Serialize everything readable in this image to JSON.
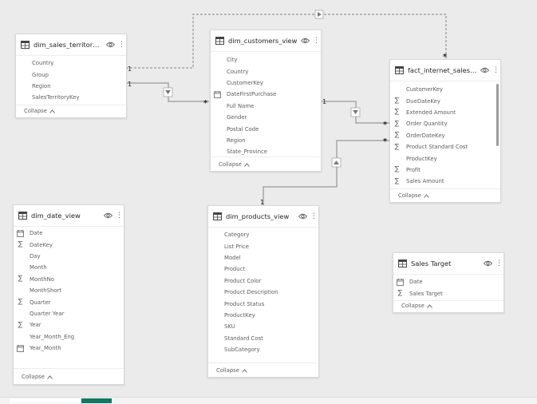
{
  "collapse_label": "Collapse",
  "colors": {
    "wire": "#a6a6a6",
    "accent": "#117865",
    "field_text": "#605e5c",
    "title_text": "#252423"
  },
  "tables": [
    {
      "id": "territory",
      "title": "dim_sales_territory_vi...",
      "fields": [
        {
          "name": "Country",
          "icon": "none"
        },
        {
          "name": "Group",
          "icon": "none"
        },
        {
          "name": "Region",
          "icon": "none"
        },
        {
          "name": "SalesTerritoryKey",
          "icon": "none"
        }
      ]
    },
    {
      "id": "customers",
      "title": "dim_customers_view",
      "fields": [
        {
          "name": "City",
          "icon": "none"
        },
        {
          "name": "Country",
          "icon": "none"
        },
        {
          "name": "CustomerKey",
          "icon": "none"
        },
        {
          "name": "DateFirstPurchase",
          "icon": "calendar"
        },
        {
          "name": "Full Name",
          "icon": "none"
        },
        {
          "name": "Gender",
          "icon": "none"
        },
        {
          "name": "Postal Code",
          "icon": "none"
        },
        {
          "name": "Region",
          "icon": "none"
        },
        {
          "name": "State_Province",
          "icon": "none"
        }
      ]
    },
    {
      "id": "fact",
      "title": "fact_internet_sales_vi...",
      "fields": [
        {
          "name": "CustomerKey",
          "icon": "none"
        },
        {
          "name": "DueDateKey",
          "icon": "sum"
        },
        {
          "name": "Extended Amount",
          "icon": "sum"
        },
        {
          "name": "Order Quantity",
          "icon": "sum"
        },
        {
          "name": "OrderDateKey",
          "icon": "sum"
        },
        {
          "name": "Product Standard Cost",
          "icon": "sum"
        },
        {
          "name": "ProductKey",
          "icon": "none"
        },
        {
          "name": "Profit",
          "icon": "sum"
        },
        {
          "name": "Sales Amount",
          "icon": "sum"
        }
      ]
    },
    {
      "id": "date",
      "title": "dim_date_view",
      "fields": [
        {
          "name": "Date",
          "icon": "calendar"
        },
        {
          "name": "DateKey",
          "icon": "sum"
        },
        {
          "name": "Day",
          "icon": "none"
        },
        {
          "name": "Month",
          "icon": "none"
        },
        {
          "name": "MonthNo",
          "icon": "sum"
        },
        {
          "name": "MonthShort",
          "icon": "none"
        },
        {
          "name": "Quarter",
          "icon": "sum"
        },
        {
          "name": "Quarter Year",
          "icon": "none"
        },
        {
          "name": "Year",
          "icon": "sum"
        },
        {
          "name": "Year_Month_Eng",
          "icon": "none"
        },
        {
          "name": "Year_Month",
          "icon": "calendar"
        }
      ]
    },
    {
      "id": "products",
      "title": "dim_products_view",
      "fields": [
        {
          "name": "Category",
          "icon": "none"
        },
        {
          "name": "List Price",
          "icon": "none"
        },
        {
          "name": "Model",
          "icon": "none"
        },
        {
          "name": "Product",
          "icon": "none"
        },
        {
          "name": "Product Color",
          "icon": "none"
        },
        {
          "name": "Product Description",
          "icon": "none"
        },
        {
          "name": "Product Status",
          "icon": "none"
        },
        {
          "name": "ProductKey",
          "icon": "none"
        },
        {
          "name": "SKU",
          "icon": "none"
        },
        {
          "name": "Standard Cost",
          "icon": "none"
        },
        {
          "name": "SubCategory",
          "icon": "none"
        }
      ]
    },
    {
      "id": "target",
      "title": "Sales Target",
      "fields": [
        {
          "name": "Date",
          "icon": "calendar"
        },
        {
          "name": "Sales Target",
          "icon": "sum"
        }
      ]
    }
  ],
  "relationships": [
    {
      "from": "dim_sales_territory_view",
      "to": "fact_internet_sales_view",
      "from_card": "1",
      "to_card": "*",
      "filter_direction": "single",
      "style": "dashed"
    },
    {
      "from": "dim_sales_territory_view",
      "to": "dim_customers_view",
      "from_card": "1",
      "to_card": "*",
      "filter_direction": "single",
      "style": "solid"
    },
    {
      "from": "dim_customers_view",
      "to": "fact_internet_sales_view",
      "from_card": "1",
      "to_card": "*",
      "filter_direction": "single",
      "style": "solid"
    },
    {
      "from": "dim_products_view",
      "to": "fact_internet_sales_view",
      "from_card": "1",
      "to_card": "*",
      "filter_direction": "single",
      "style": "solid"
    }
  ]
}
